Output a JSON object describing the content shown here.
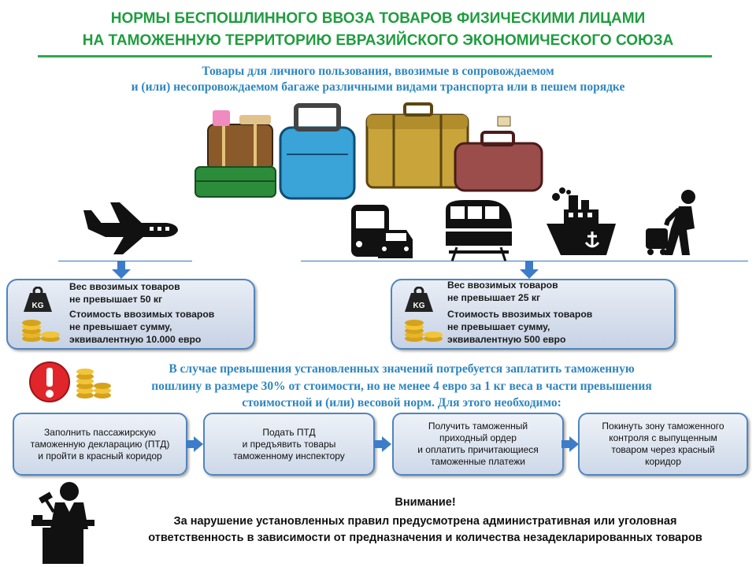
{
  "header": {
    "title_line1": "НОРМЫ БЕСПОШЛИННОГО ВВОЗА ТОВАРОВ  ФИЗИЧЕСКИМИ ЛИЦАМИ",
    "title_line2": "НА ТАМОЖЕННУЮ ТЕРРИТОРИЮ ЕВРАЗИЙСКОГО ЭКОНОМИЧЕСКОГО СОЮЗА",
    "subtitle_line1": "Товары для личного пользования, ввозимые в сопровождаемом",
    "subtitle_line2": "и (или)  несопровождаемом багаже различными видами транспорта или в пешем порядке"
  },
  "icons": {
    "luggage": "luggage-icon",
    "plane": "airplane-icon",
    "bus": "bus-car-icon",
    "train": "train-icon",
    "ship": "ship-icon",
    "pedestrian": "pedestrian-icon",
    "weight": "kg-weight-icon",
    "coins": "coins-icon",
    "warning": "exclamation-icon",
    "judge": "judge-icon"
  },
  "air_norm": {
    "kg_label": "KG",
    "weight_line1": "Вес ввозимых товаров",
    "weight_line2": "не превышает 50 кг",
    "value_line1": "Стоимость ввозимых товаров",
    "value_line2": "не превышает сумму,",
    "value_line3": "эквивалентную 10.000 евро"
  },
  "other_norm": {
    "kg_label": "KG",
    "weight_line1": "Вес ввозимых товаров",
    "weight_line2": "не превышает  25 кг",
    "value_line1": "Стоимость ввозимых товаров",
    "value_line2": "не превышает сумму,",
    "value_line3": "эквивалентную 500 евро"
  },
  "warning": {
    "line1": "В случае превышения установленных значений  потребуется заплатить таможенную",
    "line2": "пошлину в размере 30% от стоимости, но не менее 4 евро за 1 кг веса в части превышения",
    "line3": "стоимостной и (или) весовой норм. Для этого необходимо:"
  },
  "steps": [
    {
      "line1": "Заполнить пассажирскую",
      "line2": "таможенную декларацию (ПТД)",
      "line3": "и пройти в красный коридор"
    },
    {
      "line1": "Подать ПТД",
      "line2": "и предъявить товары",
      "line3": "таможенному инспектору"
    },
    {
      "line1": "Получить таможенный",
      "line2": "приходный ордер",
      "line3": "и оплатить причитающиеся",
      "line4": "таможенные платежи"
    },
    {
      "line1": "Покинуть зону таможенного",
      "line2": "контроля с выпущенным",
      "line3": "товаром через красный",
      "line4": "коридор"
    }
  ],
  "attention": {
    "heading": "Внимание!",
    "line1": "За нарушение установленных правил предусмотрена административная  или уголовная",
    "line2": "ответственность в зависимости от предназначения и количества незадекларированных товаров"
  },
  "colors": {
    "title_green": "#1f9d3f",
    "subtitle_blue": "#2f86c0",
    "box_border": "#4f85bf",
    "arrow_blue": "#3d7cc9",
    "warning_red": "#e0262b"
  }
}
